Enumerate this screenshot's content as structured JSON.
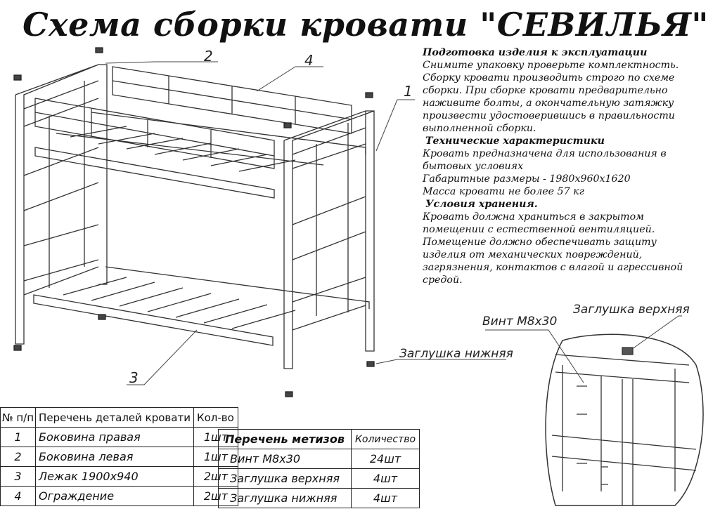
{
  "title": "Схема сборки кровати \"СЕВИЛЬЯ\"",
  "info": {
    "prep_heading": "Подготовка изделия к эксплуатации",
    "prep_lines": [
      "Снимите упаковку проверьте комплектность.",
      "Сборку кровати производить строго по схеме",
      "сборки. При сборке кровати  предварительно",
      "наживите  болты, а окончательную затяжку",
      "произвести удостоверившись в правильности",
      "выполненной сборки."
    ],
    "tech_heading": "Технические характеристики",
    "tech_lines": [
      "Кровать предназначена для использования в",
      "бытовых условиях",
      "Габаритные размеры - 1980х960х1620",
      "Масса кровати не более 57 кг"
    ],
    "storage_heading": "Условия хранения.",
    "storage_lines": [
      "Кровать должна храниться в закрытом",
      "помещении с естественной вентиляцией.",
      "Помещение должно обеспечивать защиту",
      "изделия от механических повреждений,",
      "загрязнения, контактов с влагой и агрессивной",
      "средой."
    ]
  },
  "callouts": {
    "c1": "1",
    "c2": "2",
    "c3": "3",
    "c4": "4",
    "screw": "Винт М8х30",
    "cap_top": "Заглушка верхняя",
    "cap_bottom": "Заглушка нижняя"
  },
  "parts_table": {
    "headers": [
      "№ п/п",
      "Перечень деталей кровати",
      "Кол-во"
    ],
    "rows": [
      [
        "1",
        "Боковина правая",
        "1шт"
      ],
      [
        "2",
        "Боковина левая",
        "1шт"
      ],
      [
        "3",
        "Лежак 1900х940",
        "2шт"
      ],
      [
        "4",
        "Ограждение",
        "2шт"
      ]
    ]
  },
  "hardware_table": {
    "headers": [
      "Перечень метизов",
      "Количество"
    ],
    "rows": [
      [
        "Винт М8х30",
        "24шт"
      ],
      [
        "Заглушка верхняя",
        "4шт"
      ],
      [
        "Заглушка нижняя",
        "4шт"
      ]
    ]
  }
}
